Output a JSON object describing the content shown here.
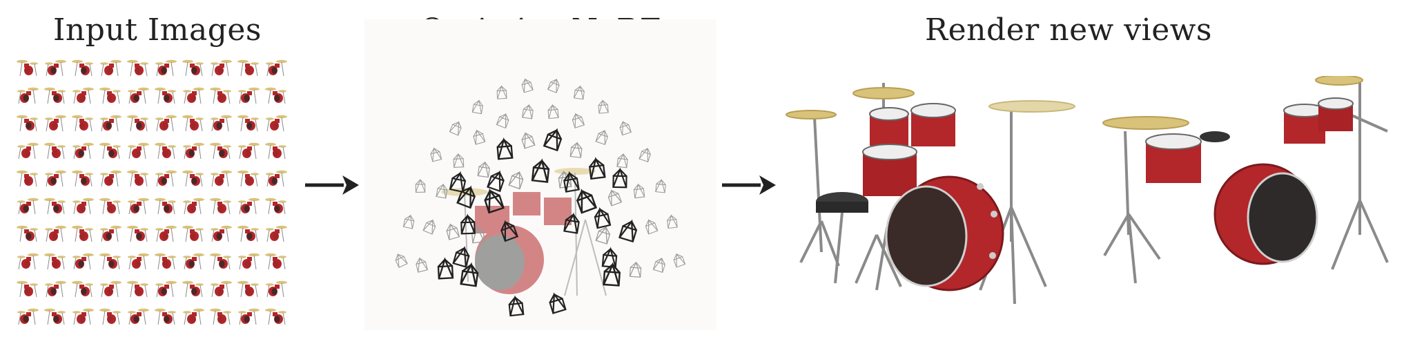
{
  "titles": {
    "input": "Input Images",
    "optimize": "Optimize NeRF",
    "render": "Render new views"
  },
  "colors": {
    "drum_red": "#b3262a",
    "cymbal_gold": "#d9c27a",
    "metal": "#8a8a8a",
    "camera_dark": "#222222",
    "camera_light": "#9a9a9a",
    "arrow": "#222222"
  },
  "icons": [
    "drum-kit-thumbnail",
    "camera-frustum-icon",
    "arrow-right-icon",
    "drum-kit-render"
  ]
}
